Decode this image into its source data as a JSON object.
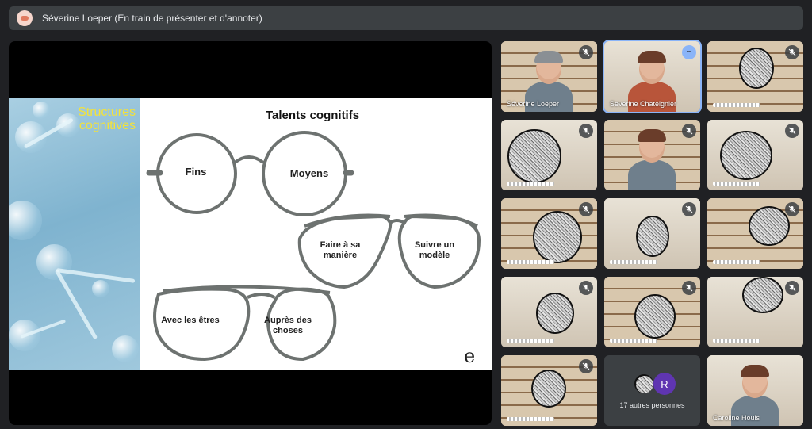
{
  "topbar": {
    "title": "Séverine Loeper (En train de présenter et d'annoter)"
  },
  "slide": {
    "side_title": "Structures cognitives",
    "title": "Talents cognitifs",
    "pairs": [
      {
        "left": "Fins",
        "right": "Moyens"
      },
      {
        "left": "Faire à sa manière",
        "right": "Suivre un modèle"
      },
      {
        "left": "Avec les êtres",
        "right": "Auprès des choses"
      }
    ],
    "logo_letter": "e"
  },
  "participants": [
    {
      "name": "Séverine Loeper",
      "muted": true
    },
    {
      "name": "Severine Chateignier",
      "muted": false,
      "active": true
    },
    {
      "name": "",
      "muted": true
    },
    {
      "name": "",
      "muted": true
    },
    {
      "name": "",
      "muted": true
    },
    {
      "name": "",
      "muted": true
    },
    {
      "name": "",
      "muted": true
    },
    {
      "name": "",
      "muted": true
    },
    {
      "name": "",
      "muted": true
    },
    {
      "name": "",
      "muted": true
    },
    {
      "name": "",
      "muted": true
    },
    {
      "name": "",
      "muted": true
    },
    {
      "name": "",
      "muted": true
    },
    {
      "name": "Caroline Houls",
      "muted": false
    }
  ],
  "others": {
    "avatar_letter": "R",
    "label": "17 autres personnes"
  },
  "colors": {
    "background": "#202124",
    "accent": "#8ab4f8",
    "slide_title_yellow": "#f3e23a",
    "others_avatar": "#5f35b1"
  }
}
